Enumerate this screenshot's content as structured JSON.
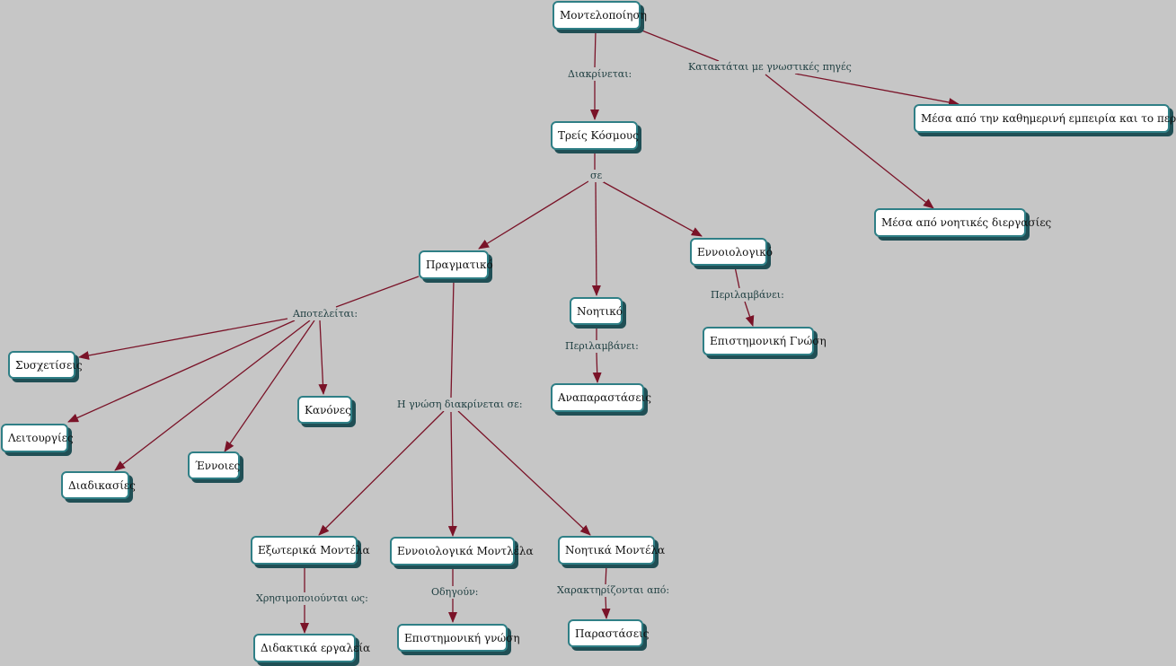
{
  "nodes": {
    "modeling": "Μοντελοποίηση",
    "three_worlds": "Τρείς Κόσμους",
    "everyday": "Μέσα από την καθημερινή εμπειρία και το περιβάλλον",
    "mental_processes": "Μέσα από νοητικές διεργασίες",
    "real": "Πραγματικό",
    "mental": "Νοητικό",
    "conceptual": "Εννοιολογικό",
    "scientific_knowledge": "Επιστημονική Γνώση",
    "representations": "Αναπαραστάσεις",
    "relations": "Συσχετίσεις",
    "functions": "Λειτουργίες",
    "procedures": "Διαδικασίες",
    "concepts": "Έννοιες",
    "rules": "Κανόνες",
    "external_models": "Εξωτερικά Μοντέλα",
    "conceptual_models": "Εννοιολογικά Μοντλέλα",
    "mental_models": "Νοητικά Μοντέλα",
    "teaching_tools": "Διδακτικά εργαλεία",
    "scientific_knowledge2": "Επιστημονική γνώση",
    "images": "Παραστάσεις"
  },
  "links": {
    "distinguished": "Διακρίνεται:",
    "classified": "Κατακτάται με γνωστικές πηγές",
    "in": "σε",
    "consists": "Αποτελείται:",
    "includes_1": "Περιλαμβάνει:",
    "includes_2": "Περιλαμβάνει:",
    "knowledge_split": "Η γνώση διακρίνεται σε:",
    "used_as": "Χρησιμοποιούνται ως:",
    "lead": "Οδηγούν:",
    "characterized": "Χαρακτηρίζονται από:"
  },
  "colors": {
    "background": "#c6c6c6",
    "node_border": "#2f7f86",
    "node_shadow": "#204f55",
    "edge": "#7a1328"
  }
}
